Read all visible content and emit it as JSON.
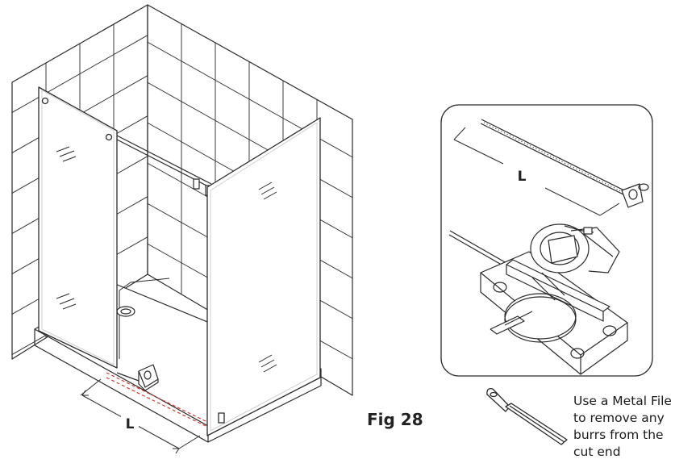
{
  "figure": {
    "label": "Fig 28",
    "dimension_label_enclosure": "L",
    "dimension_label_rail": "L"
  },
  "note": {
    "lines": [
      "Use a Metal File",
      "to remove any",
      "burrs from the",
      "cut end"
    ]
  },
  "colors": {
    "line": "#2a2a2a",
    "cut_marker": "#d9382e",
    "panel_outline": "#cfcfcf"
  }
}
